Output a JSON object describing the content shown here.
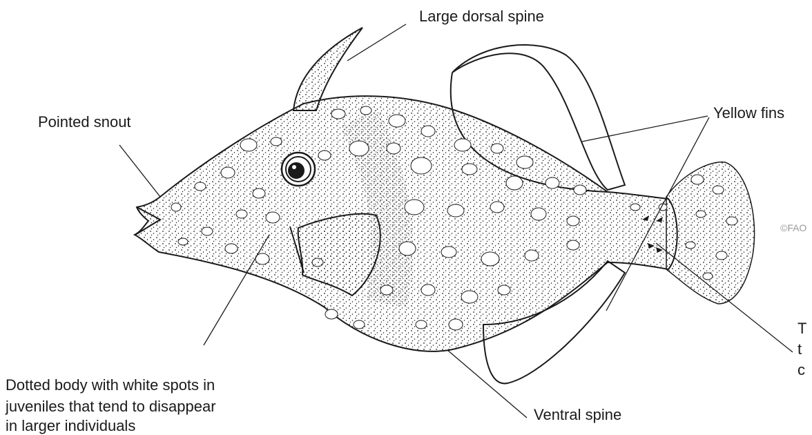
{
  "labels": {
    "dorsal_spine": "Large dorsal spine",
    "snout": "Pointed snout",
    "fins": "Yellow fins",
    "body": [
      "Dotted body with white spots in",
      "juveniles that tend to disappear",
      "in larger individuals"
    ],
    "ventral_spine": "Ventral spine",
    "tail_partial": [
      "T",
      "t",
      "c"
    ]
  },
  "copyright": "©FAO",
  "colors": {
    "ink": "#1a1a1a",
    "body_fill": "#f4f4f4",
    "spot_fill": "#ffffff"
  }
}
